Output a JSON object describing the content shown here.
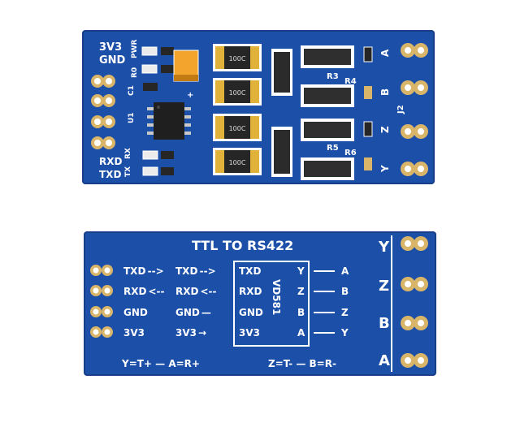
{
  "top_board": {
    "header_labels": [
      "3V3",
      "GND"
    ],
    "status_leds": [
      "PWR",
      "R0",
      "TX",
      "RX"
    ],
    "logic_labels": [
      "RXD",
      "TXD"
    ],
    "component_labels": [
      "C1",
      "U1",
      "R3",
      "R4",
      "R5",
      "R6",
      "J2"
    ],
    "capacitor_marking": "100C",
    "terminal_labels": [
      "A",
      "B",
      "Z",
      "Y"
    ],
    "colors": {
      "pcb": "#1b4fa8",
      "copper": "#d9b56a",
      "silkscreen": "#ffffff"
    }
  },
  "bottom_board": {
    "title": "TTL TO RS422",
    "chip_name": "VD581",
    "chip_left_pins": [
      "TXD",
      "RXD",
      "GND",
      "3V3"
    ],
    "chip_right_pins": [
      "Y",
      "Z",
      "B",
      "A"
    ],
    "output_labels": [
      "A",
      "B",
      "Z",
      "Y"
    ],
    "left_signals": [
      {
        "label": "TXD",
        "arrow": "-->"
      },
      {
        "label": "RXD",
        "arrow": "<--"
      },
      {
        "label": "GND",
        "arrow": ""
      },
      {
        "label": "3V3",
        "arrow": ""
      }
    ],
    "mid_signals": [
      {
        "label": "TXD",
        "arrow": "-->"
      },
      {
        "label": "RXD",
        "arrow": "<--"
      },
      {
        "label": "GND",
        "arrow": "—"
      },
      {
        "label": "3V3",
        "arrow": "→"
      }
    ],
    "terminal_labels": [
      "Y",
      "Z",
      "B",
      "A"
    ],
    "footer_left": "Y=T+ — A=R+",
    "footer_right": "Z=T- — B=R-"
  }
}
